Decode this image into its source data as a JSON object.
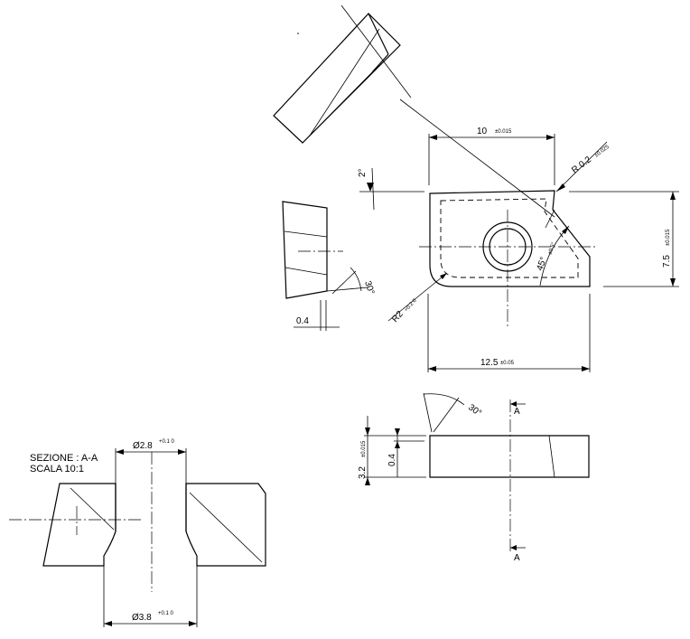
{
  "title_block": {
    "section": "SEZIONE : A-A",
    "scale": "SCALA 10:1"
  },
  "dimensions": {
    "width_top": "10",
    "width_top_tol": "±0.015",
    "radius_corner": "R 0.2",
    "radius_corner_tol": "±0.025",
    "height_side": "7.5",
    "height_side_tol": "±0.015",
    "width_total": "12.5",
    "width_total_tol": "±0.05",
    "radius_bottom": "R2",
    "radius_bottom_tol": "+0.2 0",
    "angle_2": "2°",
    "angle_45": "45°",
    "angle_45_tol": "±0.5°",
    "angle_30_left": "30°",
    "angle_30_bottom": "30°",
    "offset_04_left": "0.4",
    "thickness": "3.2",
    "thickness_tol": "±0.015",
    "offset_04_side": "0.4",
    "hole_top": "Ø2.8",
    "hole_top_tol": "+0.1 0",
    "hole_bottom": "Ø3.8",
    "hole_bottom_tol": "+0.1 0",
    "section_mark_top": "A",
    "section_mark_bottom": "A"
  }
}
